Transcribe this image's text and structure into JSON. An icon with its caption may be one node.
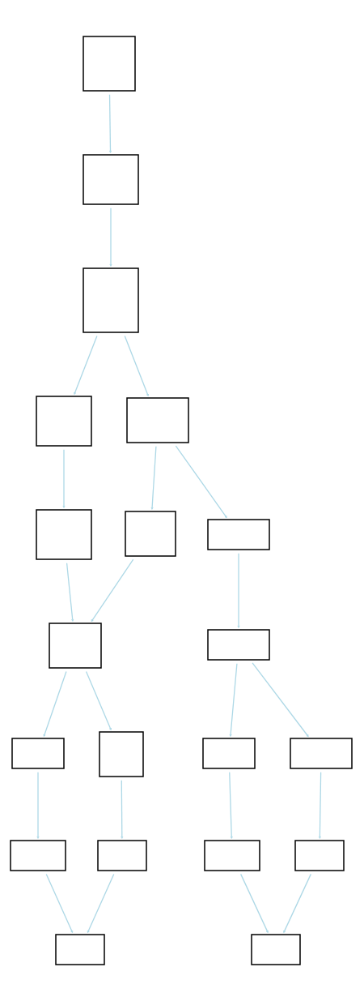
{
  "diagram": {
    "nodes": [
      {
        "text": [],
        "shape": "box"
      },
      {
        "text": [],
        "shape": "box"
      },
      {
        "text": [],
        "shape": "box"
      },
      {
        "text": [],
        "shape": "box"
      },
      {
        "text": [],
        "shape": "box"
      },
      {
        "text": [],
        "shape": "box"
      },
      {
        "text": [],
        "shape": "box"
      },
      {
        "text": [],
        "shape": "box"
      },
      {
        "text": [],
        "shape": "box"
      },
      {
        "text": [],
        "shape": "box"
      },
      {
        "text": [],
        "shape": "box"
      },
      {
        "text": [],
        "shape": "box"
      },
      {
        "text": [],
        "shape": "box"
      },
      {
        "text": [],
        "shape": "box"
      },
      {
        "text": [],
        "shape": "box"
      },
      {
        "text": [],
        "shape": "box"
      },
      {
        "text": [],
        "shape": "box"
      },
      {
        "text": [],
        "shape": "box"
      },
      {
        "text": [],
        "shape": "box"
      },
      {
        "text": [],
        "shape": "box"
      }
    ],
    "edges": [
      {
        "from": 0,
        "to": 1,
        "arrow": "to"
      },
      {
        "from": 1,
        "to": 2,
        "arrow": "to"
      },
      {
        "from": 2,
        "to": 3,
        "arrow": "to"
      },
      {
        "from": 2,
        "to": 4,
        "arrow": "to"
      },
      {
        "from": 3,
        "to": 5,
        "arrow": "to"
      },
      {
        "from": 4,
        "to": 6,
        "arrow": "to"
      },
      {
        "from": 4,
        "to": 7,
        "arrow": "to"
      },
      {
        "from": 5,
        "to": 8,
        "arrow": "to"
      },
      {
        "from": 6,
        "to": 8,
        "arrow": "to"
      },
      {
        "from": 7,
        "to": 9,
        "arrow": "to"
      },
      {
        "from": 8,
        "to": 10,
        "arrow": "to"
      },
      {
        "from": 8,
        "to": 11,
        "arrow": "to"
      },
      {
        "from": 9,
        "to": 12,
        "arrow": "to"
      },
      {
        "from": 9,
        "to": 13,
        "arrow": "to"
      },
      {
        "from": 10,
        "to": 14,
        "arrow": "to"
      },
      {
        "from": 11,
        "to": 15,
        "arrow": "to"
      },
      {
        "from": 12,
        "to": 16,
        "arrow": "to"
      },
      {
        "from": 13,
        "to": 17,
        "arrow": "to"
      },
      {
        "from": 14,
        "to": 18,
        "arrow": "to"
      },
      {
        "from": 15,
        "to": 18,
        "arrow": "to"
      },
      {
        "from": 16,
        "to": 19,
        "arrow": "to"
      },
      {
        "from": 17,
        "to": 19,
        "arrow": "to"
      }
    ]
  }
}
